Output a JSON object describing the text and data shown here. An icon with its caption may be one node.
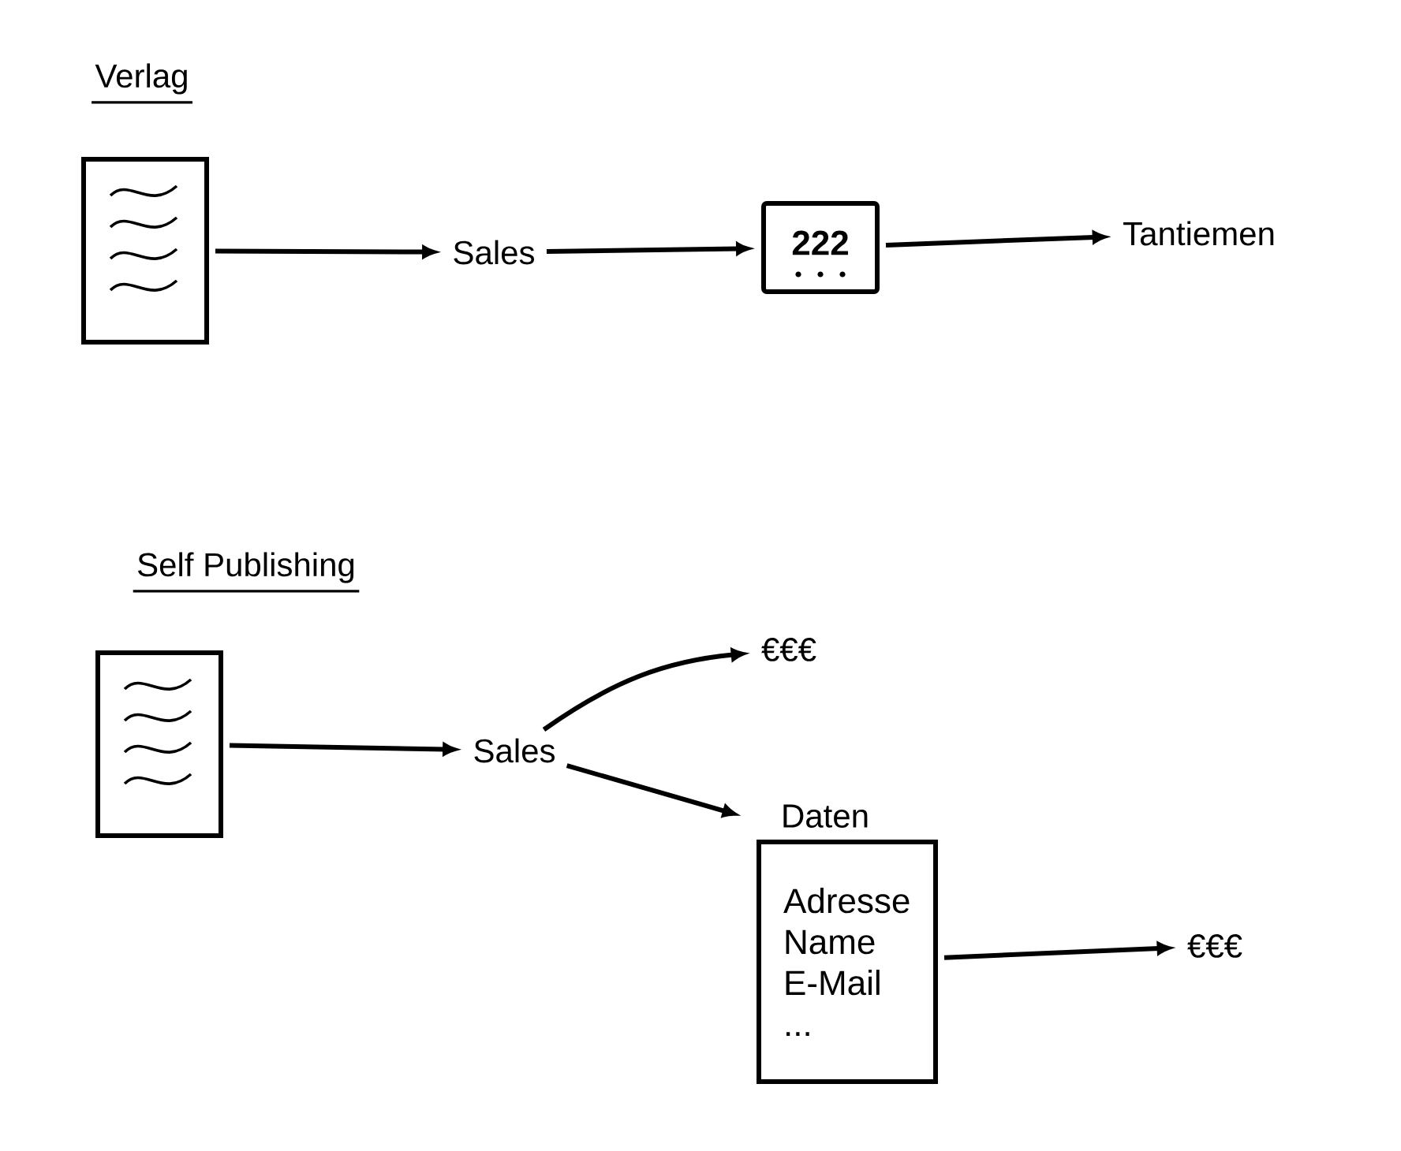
{
  "diagram": {
    "nodes": [
      {
        "text": [],
        "shape": "picture"
      },
      {
        "text": [
          "Sales"
        ]
      },
      {
        "text": [
          "222"
        ]
      },
      {
        "text": [
          "Tantiemen"
        ]
      },
      {
        "text": [],
        "shape": "picture"
      },
      {
        "text": [
          "Sales"
        ]
      },
      {
        "text": [
          "€€€"
        ]
      },
      {
        "text": [
          "Daten",
          "Adresse Name E-Mail ..."
        ]
      },
      {
        "text": [
          "€€€"
        ]
      }
    ],
    "edges": [
      {
        "from": 0,
        "to": 1,
        "arrow": "to"
      },
      {
        "from": 1,
        "to": 2,
        "arrow": "to"
      },
      {
        "from": 2,
        "to": 3,
        "arrow": "to"
      },
      {
        "from": 4,
        "to": 5,
        "arrow": "to"
      },
      {
        "from": 5,
        "to": 6,
        "arrow": "to"
      },
      {
        "from": 5,
        "to": 7,
        "arrow": "to"
      },
      {
        "from": 7,
        "to": 8,
        "arrow": "to"
      }
    ],
    "labels": [
      "Verlag",
      "Self Publishing"
    ]
  }
}
